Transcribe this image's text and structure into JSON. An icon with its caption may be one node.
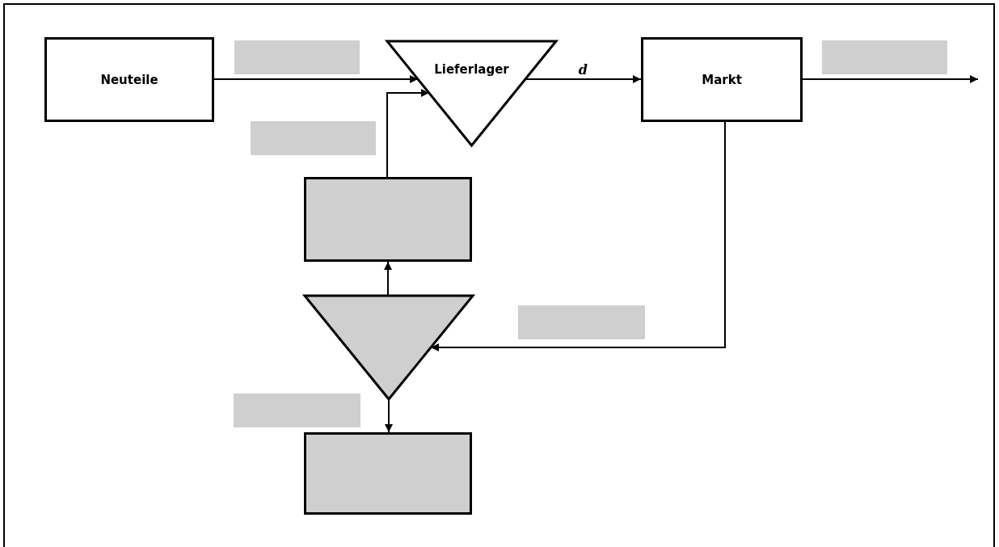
{
  "diagram": {
    "nodes": [
      {
        "text": [
          "Neuteile"
        ]
      },
      {
        "text": [
          "Lieferlager"
        ]
      },
      {
        "text": [
          "Markt"
        ]
      },
      {
        "text": [],
        "shape": "box"
      },
      {
        "text": [],
        "shape": "triangle"
      },
      {
        "text": [],
        "shape": "box"
      }
    ],
    "edges": [
      {
        "from": 0,
        "to": 1,
        "arrow": "to"
      },
      {
        "from": 1,
        "to": 2,
        "arrow": "to",
        "label": "d"
      },
      {
        "from": 2,
        "to": null,
        "arrow": "to"
      },
      {
        "from": 3,
        "to": 1,
        "arrow": "to"
      },
      {
        "from": 4,
        "to": 3,
        "arrow": "to"
      },
      {
        "from": 2,
        "to": 4,
        "arrow": "to"
      },
      {
        "from": 4,
        "to": 5,
        "arrow": "to"
      }
    ]
  }
}
